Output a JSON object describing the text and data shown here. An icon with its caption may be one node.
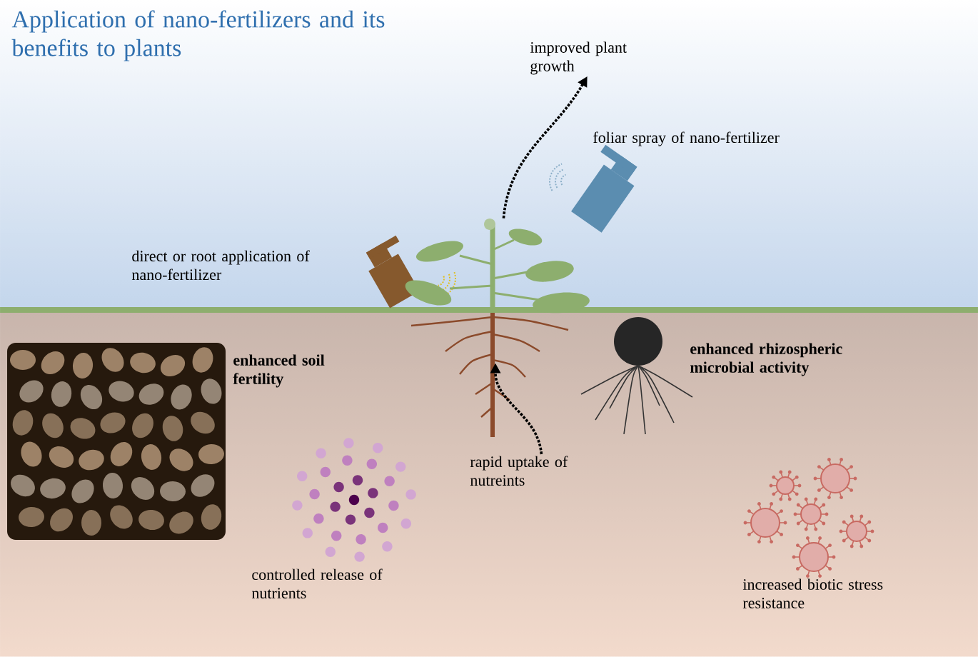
{
  "diagram": {
    "title": "Application of nano-fertilizers and its benefits to plants",
    "nodes": [
      {
        "text": [
          "improved plant growth"
        ]
      },
      {
        "text": [],
        "shape": "picture"
      },
      {
        "text": [],
        "shape": "picture"
      },
      {
        "text": [
          "rapid uptake of nutreints"
        ]
      }
    ],
    "edges": [
      {
        "from": 1,
        "to": 0,
        "arrow": "to",
        "style": "dashed"
      },
      {
        "from": 3,
        "to": 2,
        "arrow": "to",
        "style": "dashed"
      }
    ],
    "labels": [
      "foliar spray of nano-fertilizer",
      "direct or root application of nano-fertilizer",
      "enhanced soil fertility",
      "enhanced rhizospheric microbial activity",
      "controlled release of nutrients",
      "increased biotic stress resistance"
    ]
  }
}
